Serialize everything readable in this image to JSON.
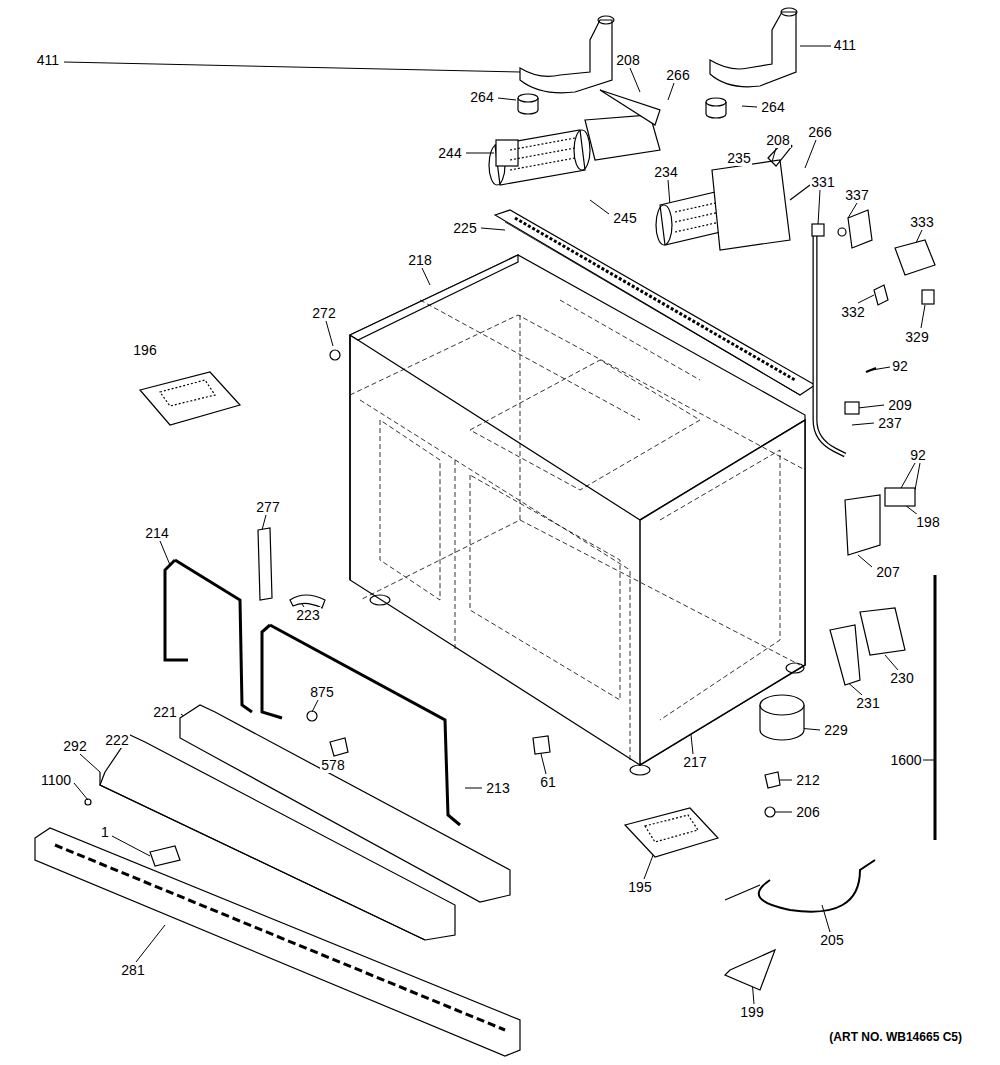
{
  "diagram": {
    "caption": "(ART NO. WB14665 C5)",
    "labels": [
      "411",
      "208",
      "266",
      "411",
      "264",
      "264",
      "208",
      "266",
      "244",
      "235",
      "234",
      "245",
      "331",
      "337",
      "333",
      "225",
      "218",
      "332",
      "329",
      "272",
      "196",
      "92",
      "209",
      "237",
      "92",
      "198",
      "277",
      "214",
      "207",
      "223",
      "231",
      "230",
      "875",
      "221",
      "229",
      "578",
      "222",
      "292",
      "61",
      "217",
      "1600",
      "213",
      "212",
      "1100",
      "206",
      "1",
      "195",
      "205",
      "281",
      "199"
    ]
  }
}
